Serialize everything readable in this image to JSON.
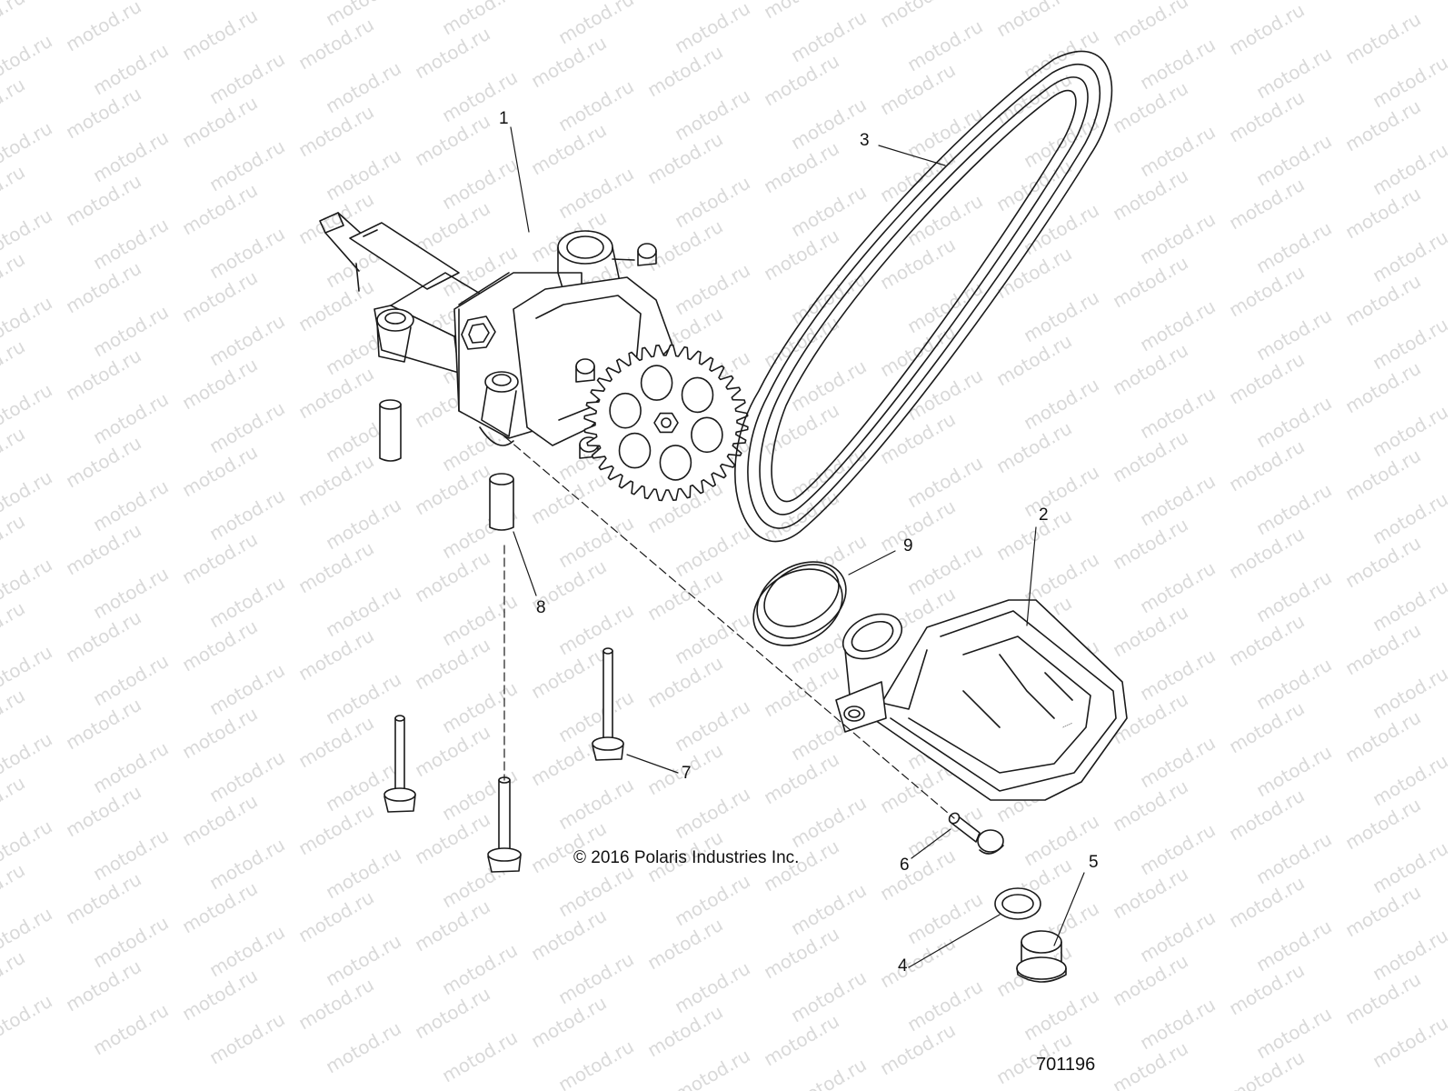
{
  "watermark": "motod.ru",
  "callouts": [
    "1",
    "2",
    "3",
    "4",
    "5",
    "6",
    "7",
    "8",
    "9"
  ],
  "copyright": "© 2016 Polaris Industries Inc.",
  "figure_number": "701196",
  "colors": {
    "line": "#1a1a1a",
    "watermark": "#d9d9d9",
    "background": "#ffffff"
  }
}
